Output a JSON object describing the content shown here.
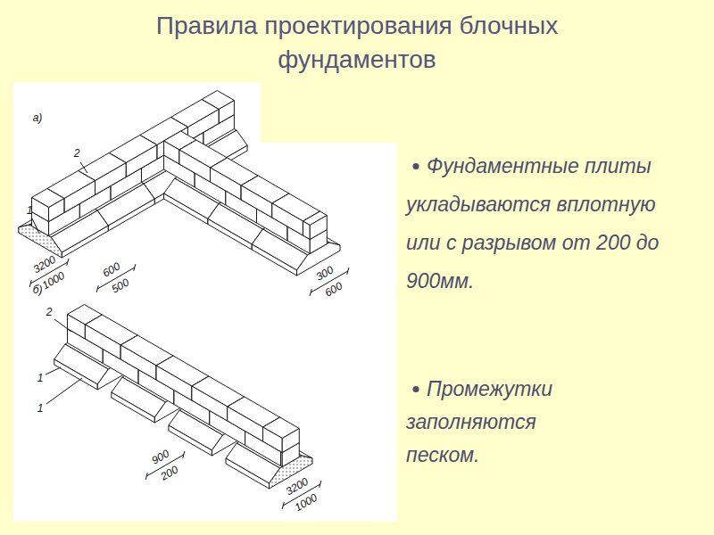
{
  "diagram": {
    "title": "Правила проектирования блочных фундаментов",
    "labels": [
      "Фундаментные плиты укладываются вплотную или с разрывом от 200 до 900мм.",
      "Промежутки заполняются песком.",
      "а)",
      "2",
      "1",
      "3200",
      "1000",
      "600",
      "500",
      "300",
      "600",
      "б)",
      "2",
      "1",
      "1",
      "900",
      "200",
      "3200",
      "1000"
    ]
  }
}
